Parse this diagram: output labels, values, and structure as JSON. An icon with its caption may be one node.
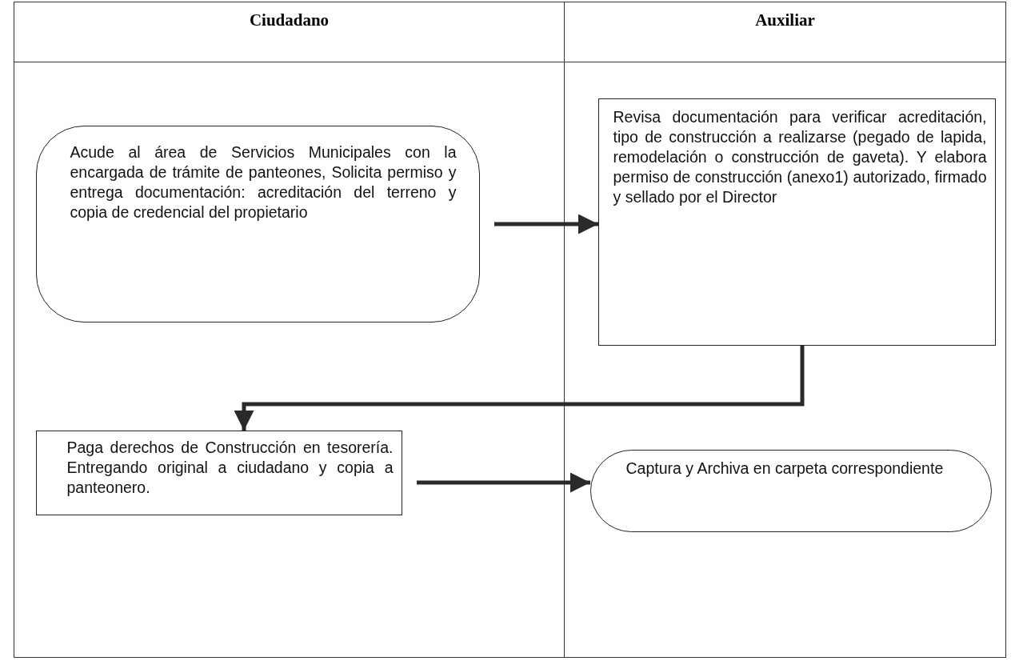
{
  "diagram": {
    "nodes": [
      {
        "text": [
          "Ciudadano"
        ]
      },
      {
        "text": [
          "Auxiliar"
        ]
      },
      {
        "text": [
          "Acude al área de Servicios Municipales con la encargada de trámite de panteones, Solicita permiso y entrega documentación: acreditación del terreno y copia de credencial del propietario"
        ],
        "in": 0
      },
      {
        "text": [
          "Revisa documentación para verificar acreditación, tipo de construcción a realizarse (pegado de lapida, remodelación o construcción de gaveta). Y elabora permiso de construcción (anexo1) autorizado, firmado y sellado por el Director"
        ],
        "in": 1
      },
      {
        "text": [
          "Paga derechos de Construcción en tesorería. Entregando original a ciudadano y copia a panteonero."
        ],
        "in": 0
      },
      {
        "text": [
          "Captura y Archiva en carpeta correspondiente"
        ],
        "in": 1
      }
    ],
    "edges": [
      {
        "from": 2,
        "to": 3,
        "arrow": "to"
      },
      {
        "from": 3,
        "to": 4,
        "arrow": "to"
      },
      {
        "from": 4,
        "to": 5,
        "arrow": "to"
      }
    ]
  }
}
